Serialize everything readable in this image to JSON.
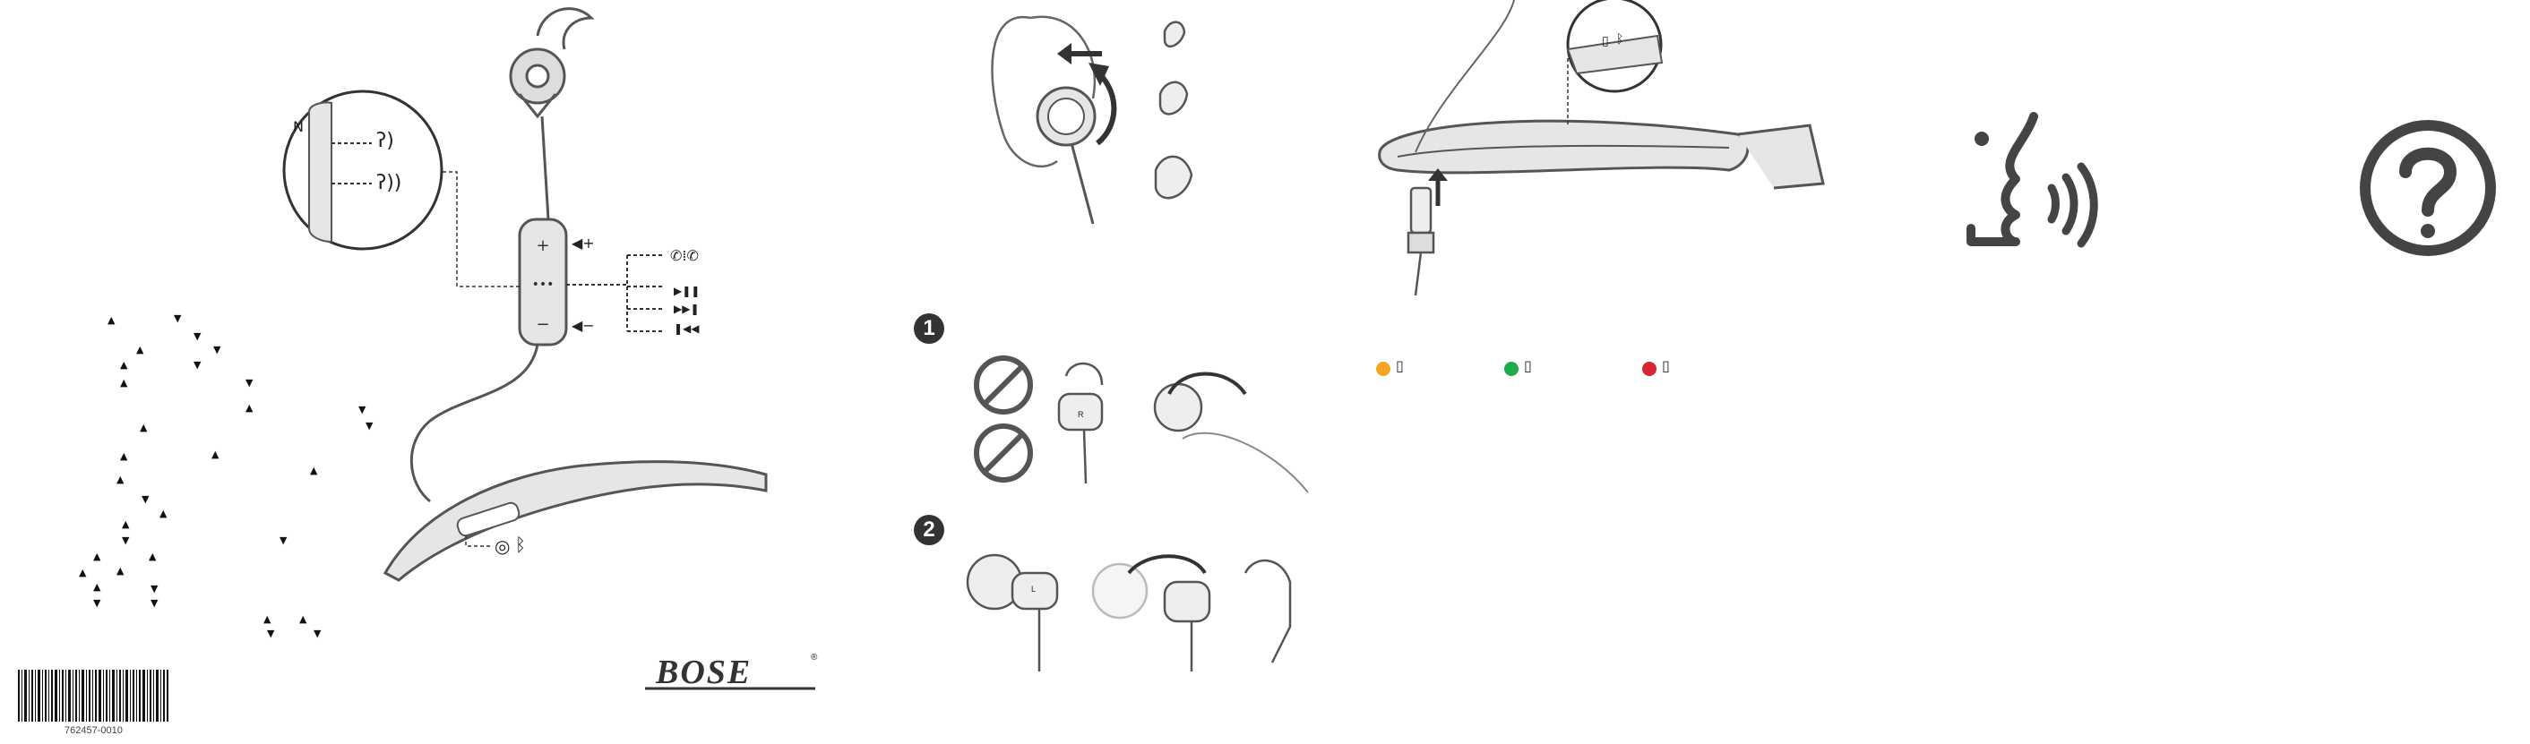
{
  "brand": {
    "name": "BOSE",
    "mark": "®"
  },
  "barcode": {
    "number": "762457-0010"
  },
  "steps": [
    {
      "label": "1"
    },
    {
      "label": "2"
    }
  ],
  "eartip_labels": {
    "right": "R",
    "left": "L"
  },
  "status_colors": [
    {
      "name": "amber",
      "hex": "#f5a623"
    },
    {
      "name": "green",
      "hex": "#1faa4b"
    },
    {
      "name": "red",
      "hex": "#d62631"
    }
  ],
  "icons": {
    "volume_up": "volume-up-icon",
    "volume_down": "volume-down-icon",
    "call": "phone-call-icon",
    "play_pause": "play-pause-icon",
    "next": "next-track-icon",
    "previous": "previous-track-icon",
    "bluetooth": "bluetooth-icon",
    "power": "power-icon",
    "nfc": "nfc-icon",
    "voice": "voice-prompt-icon",
    "help": "help-icon",
    "battery": "battery-icon"
  },
  "colors": {
    "line_art": "#555555",
    "neckband_fill": "#e6e6e6",
    "dark": "#333333"
  }
}
